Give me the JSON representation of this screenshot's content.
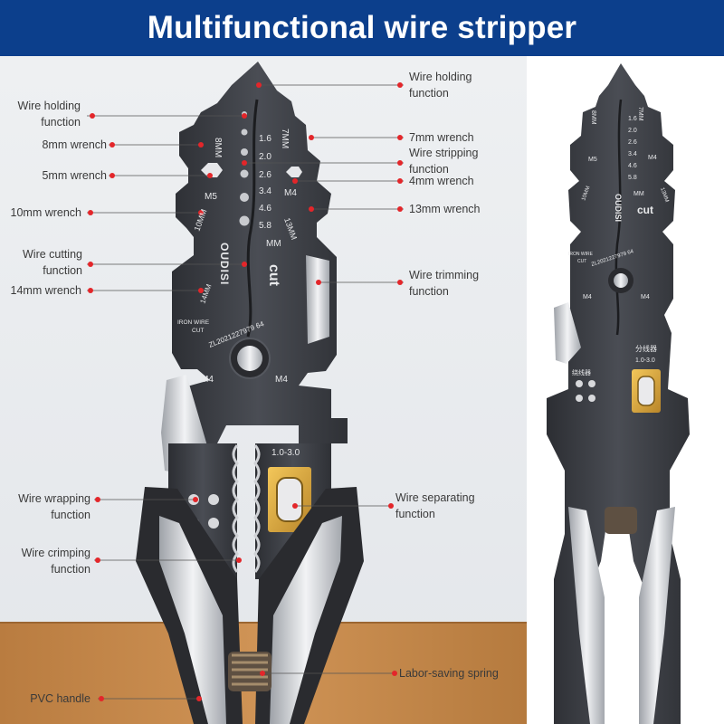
{
  "title": "Multifunctional wire stripper",
  "colors": {
    "banner": "#0c3f8c",
    "dot": "#e3262a",
    "tool": "#3b3d42",
    "handle": "#d8d9db",
    "wood": "#c58a4c"
  },
  "labels": {
    "left": {
      "wire_holding": [
        "Wire holding",
        "function"
      ],
      "wrench_8mm": "8mm wrench",
      "wrench_5mm": "5mm wrench",
      "wrench_10mm": "10mm wrench",
      "wire_cutting": [
        "Wire cutting",
        "function"
      ],
      "wrench_14mm": "14mm wrench",
      "wire_wrapping": [
        "Wire wrapping",
        "function"
      ],
      "wire_crimping": [
        "Wire crimping",
        "function"
      ],
      "pvc_handle": "PVC handle"
    },
    "right": {
      "wire_holding": [
        "Wire holding",
        "function"
      ],
      "wrench_7mm": "7mm wrench",
      "wire_stripping": [
        "Wire stripping",
        "function"
      ],
      "wrench_4mm": "4mm wrench",
      "wrench_13mm": "13mm wrench",
      "wire_trimming": [
        "Wire trimming",
        "function"
      ],
      "wire_separating": [
        "Wire separating",
        "function"
      ],
      "labor_spring": "Labor-saving spring"
    }
  },
  "tool_markings": {
    "gauges": [
      "1.6",
      "2.0",
      "2.6",
      "3.4",
      "4.6",
      "5.8"
    ],
    "m8": "8MM",
    "m7": "7MM",
    "m5": "M5",
    "m4": "M4",
    "m10": "10MM",
    "m13": "13MM",
    "mm": "MM",
    "brand": "OUDISI",
    "cut": "cut",
    "m14": "14MM",
    "iron_wire": "IRON WIRE",
    "iron_cut": "CUT",
    "serial": "ZL2021227979 64",
    "m4_left": "M4",
    "m4_right": "M4",
    "separator_range": "1.0-3.0"
  },
  "side_tool_markings": {
    "m7": "7MM",
    "m8": "8MM",
    "m5": "M5",
    "m4": "M4",
    "gauges": [
      "1.6",
      "2.0",
      "2.6",
      "3.4",
      "4.6",
      "5.8"
    ],
    "mm": "MM",
    "m13": "13MM",
    "m10": "10MM",
    "brand": "OUDISI",
    "cut": "cut",
    "iron_wire": "IRON WIRE",
    "iron_cut": "CUT",
    "serial": "ZL2021227979 64",
    "m4_left": "M4",
    "m4_right": "M4",
    "sep_cn": "分线器",
    "sep_range": "1.0-3.0",
    "wrap_cn": "绕线器"
  }
}
